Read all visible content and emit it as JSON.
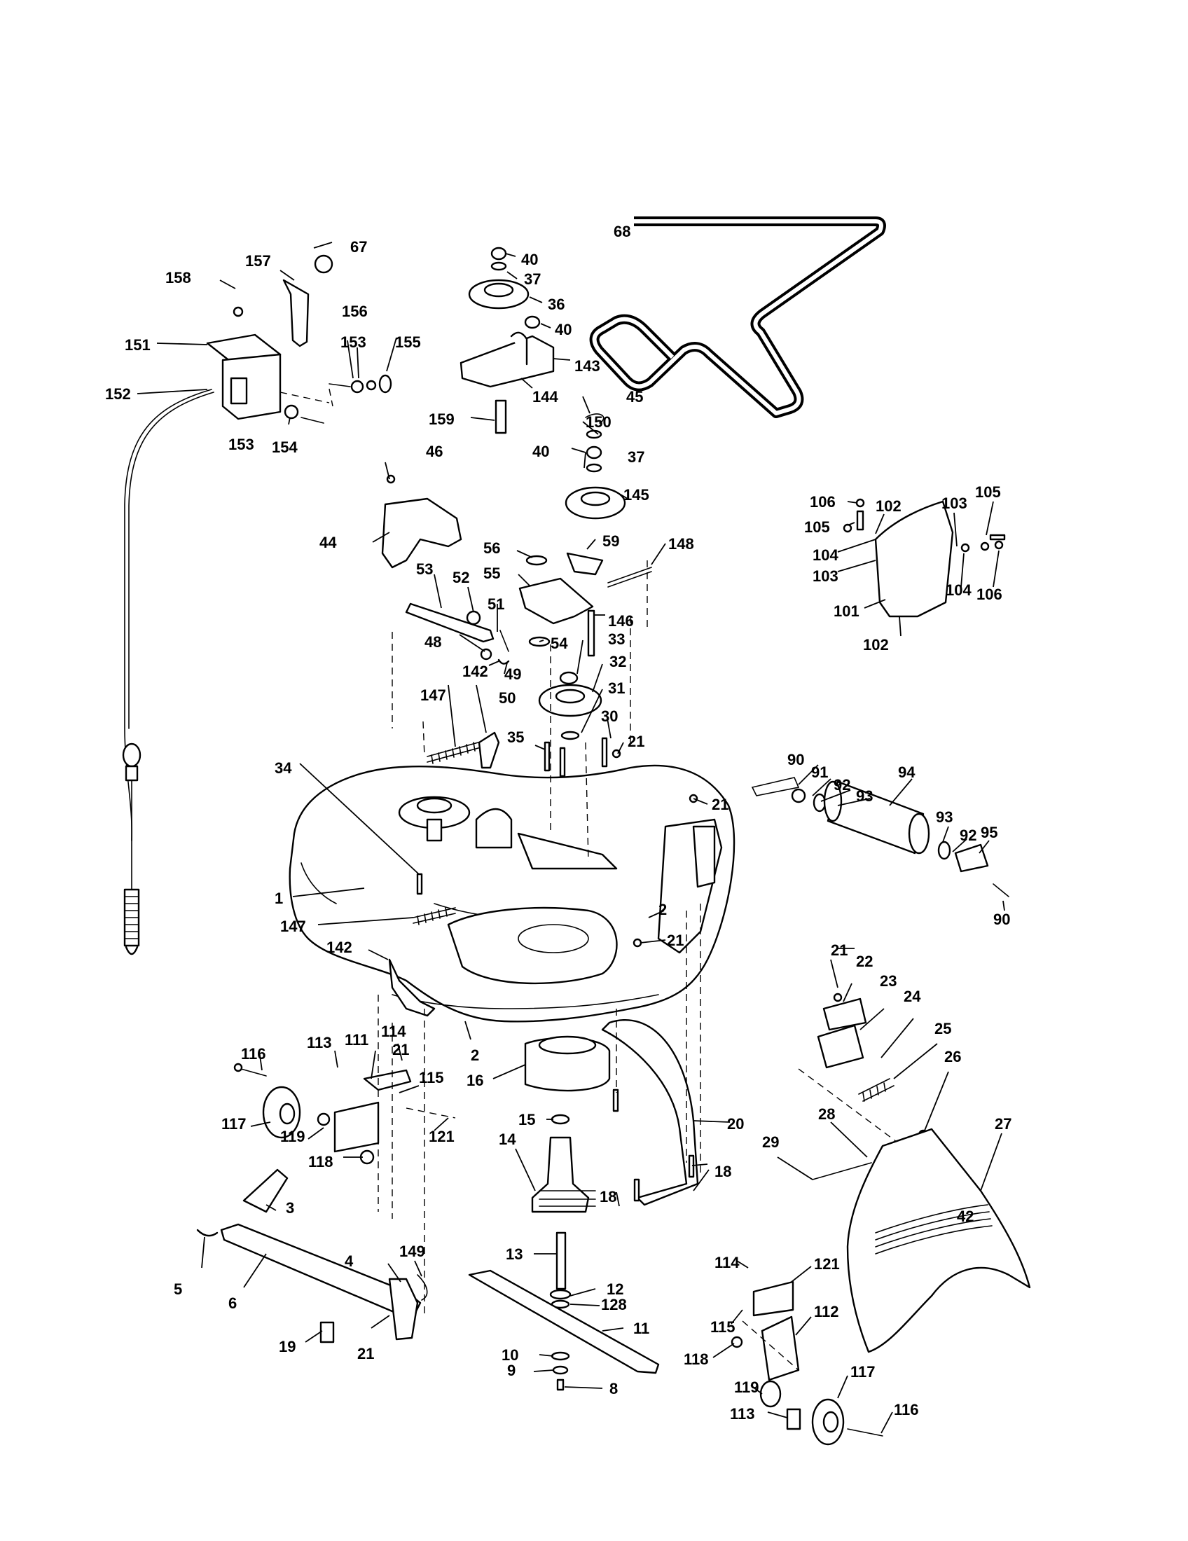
{
  "diagram": {
    "callouts": [
      {
        "id": "c1",
        "text": "1"
      },
      {
        "id": "c2a",
        "text": "2"
      },
      {
        "id": "c2b",
        "text": "2"
      },
      {
        "id": "c3",
        "text": "3"
      },
      {
        "id": "c4",
        "text": "4"
      },
      {
        "id": "c5",
        "text": "5"
      },
      {
        "id": "c6",
        "text": "6"
      },
      {
        "id": "c8",
        "text": "8"
      },
      {
        "id": "c9",
        "text": "9"
      },
      {
        "id": "c10",
        "text": "10"
      },
      {
        "id": "c11",
        "text": "11"
      },
      {
        "id": "c12",
        "text": "12"
      },
      {
        "id": "c13",
        "text": "13"
      },
      {
        "id": "c14",
        "text": "14"
      },
      {
        "id": "c15",
        "text": "15"
      },
      {
        "id": "c16",
        "text": "16"
      },
      {
        "id": "c18a",
        "text": "18"
      },
      {
        "id": "c18b",
        "text": "18"
      },
      {
        "id": "c19",
        "text": "19"
      },
      {
        "id": "c20",
        "text": "20"
      },
      {
        "id": "c21a",
        "text": "21"
      },
      {
        "id": "c21b",
        "text": "21"
      },
      {
        "id": "c21c",
        "text": "21"
      },
      {
        "id": "c21d",
        "text": "21"
      },
      {
        "id": "c21e",
        "text": "21"
      },
      {
        "id": "c21f",
        "text": "21"
      },
      {
        "id": "c22",
        "text": "22"
      },
      {
        "id": "c23",
        "text": "23"
      },
      {
        "id": "c24",
        "text": "24"
      },
      {
        "id": "c25",
        "text": "25"
      },
      {
        "id": "c26",
        "text": "26"
      },
      {
        "id": "c27",
        "text": "27"
      },
      {
        "id": "c28",
        "text": "28"
      },
      {
        "id": "c29",
        "text": "29"
      },
      {
        "id": "c30",
        "text": "30"
      },
      {
        "id": "c31",
        "text": "31"
      },
      {
        "id": "c32",
        "text": "32"
      },
      {
        "id": "c33",
        "text": "33"
      },
      {
        "id": "c34",
        "text": "34"
      },
      {
        "id": "c35",
        "text": "35"
      },
      {
        "id": "c36",
        "text": "36"
      },
      {
        "id": "c37a",
        "text": "37"
      },
      {
        "id": "c37b",
        "text": "37"
      },
      {
        "id": "c40a",
        "text": "40"
      },
      {
        "id": "c40b",
        "text": "40"
      },
      {
        "id": "c40c",
        "text": "40"
      },
      {
        "id": "c44",
        "text": "44"
      },
      {
        "id": "c45",
        "text": "45"
      },
      {
        "id": "c46",
        "text": "46"
      },
      {
        "id": "c48",
        "text": "48"
      },
      {
        "id": "c49",
        "text": "49"
      },
      {
        "id": "c50",
        "text": "50"
      },
      {
        "id": "c51",
        "text": "51"
      },
      {
        "id": "c52",
        "text": "52"
      },
      {
        "id": "c53",
        "text": "53"
      },
      {
        "id": "c54",
        "text": "54"
      },
      {
        "id": "c55",
        "text": "55"
      },
      {
        "id": "c56",
        "text": "56"
      },
      {
        "id": "c59",
        "text": "59"
      },
      {
        "id": "c67",
        "text": "67"
      },
      {
        "id": "c68",
        "text": "68"
      },
      {
        "id": "c90a",
        "text": "90"
      },
      {
        "id": "c90b",
        "text": "90"
      },
      {
        "id": "c91",
        "text": "91"
      },
      {
        "id": "c92a",
        "text": "92"
      },
      {
        "id": "c92b",
        "text": "92"
      },
      {
        "id": "c93a",
        "text": "93"
      },
      {
        "id": "c93b",
        "text": "93"
      },
      {
        "id": "c94",
        "text": "94"
      },
      {
        "id": "c95",
        "text": "95"
      },
      {
        "id": "c101",
        "text": "101"
      },
      {
        "id": "c102a",
        "text": "102"
      },
      {
        "id": "c102b",
        "text": "102"
      },
      {
        "id": "c103a",
        "text": "103"
      },
      {
        "id": "c103b",
        "text": "103"
      },
      {
        "id": "c104a",
        "text": "104"
      },
      {
        "id": "c104b",
        "text": "104"
      },
      {
        "id": "c105a",
        "text": "105"
      },
      {
        "id": "c105b",
        "text": "105"
      },
      {
        "id": "c106a",
        "text": "106"
      },
      {
        "id": "c106b",
        "text": "106"
      },
      {
        "id": "c111",
        "text": "111"
      },
      {
        "id": "c112",
        "text": "112"
      },
      {
        "id": "c113a",
        "text": "113"
      },
      {
        "id": "c113b",
        "text": "113"
      },
      {
        "id": "c114a",
        "text": "114"
      },
      {
        "id": "c114b",
        "text": "114"
      },
      {
        "id": "c115a",
        "text": "115"
      },
      {
        "id": "c115b",
        "text": "115"
      },
      {
        "id": "c116a",
        "text": "116"
      },
      {
        "id": "c116b",
        "text": "116"
      },
      {
        "id": "c117a",
        "text": "117"
      },
      {
        "id": "c117b",
        "text": "117"
      },
      {
        "id": "c118a",
        "text": "118"
      },
      {
        "id": "c118b",
        "text": "118"
      },
      {
        "id": "c119a",
        "text": "119"
      },
      {
        "id": "c119b",
        "text": "119"
      },
      {
        "id": "c121a",
        "text": "121"
      },
      {
        "id": "c121b",
        "text": "121"
      },
      {
        "id": "c128",
        "text": "128"
      },
      {
        "id": "c142a",
        "text": "142"
      },
      {
        "id": "c142b",
        "text": "142"
      },
      {
        "id": "c143",
        "text": "143"
      },
      {
        "id": "c144",
        "text": "144"
      },
      {
        "id": "c145",
        "text": "145"
      },
      {
        "id": "c146",
        "text": "146"
      },
      {
        "id": "c147a",
        "text": "147"
      },
      {
        "id": "c147b",
        "text": "147"
      },
      {
        "id": "c148",
        "text": "148"
      },
      {
        "id": "c149",
        "text": "149"
      },
      {
        "id": "c150",
        "text": "150"
      },
      {
        "id": "c151",
        "text": "151"
      },
      {
        "id": "c152",
        "text": "152"
      },
      {
        "id": "c153a",
        "text": "153"
      },
      {
        "id": "c153b",
        "text": "153"
      },
      {
        "id": "c154",
        "text": "154"
      },
      {
        "id": "c155",
        "text": "155"
      },
      {
        "id": "c156",
        "text": "156"
      },
      {
        "id": "c157",
        "text": "157"
      },
      {
        "id": "c158",
        "text": "158"
      },
      {
        "id": "c159",
        "text": "159"
      }
    ],
    "deck_marking": "42"
  }
}
